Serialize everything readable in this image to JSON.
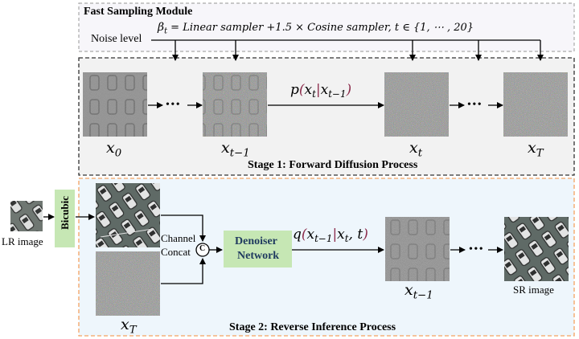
{
  "fast_sampling": {
    "title": "Fast Sampling Module",
    "noise_label": "Noise level",
    "beta_symbol": "β",
    "beta_subscript": "t",
    "beta_formula": " = Linear sampler +1.5 × Cosine sampler, t ∈ {1, ⋯ , 20}"
  },
  "stage1": {
    "title": "Stage 1: Forward Diffusion Process",
    "x0": {
      "base": "x",
      "sub": "0"
    },
    "xt_minus_1": {
      "base": "x",
      "sub": "t−1"
    },
    "xt": {
      "base": "x",
      "sub": "t"
    },
    "xT": {
      "base": "x",
      "sub": "T"
    },
    "transition": {
      "p": "p",
      "open": "(",
      "x1": "x",
      "x1sub": "t",
      "bar": "|",
      "x2": "x",
      "x2sub": "t−1",
      "close": ")"
    }
  },
  "stage2": {
    "title": "Stage 2: Reverse Inference Process",
    "lr_label": "LR image",
    "bicubic_label": "Bicubic",
    "channel_label": "Channel",
    "concat_label": "Concat",
    "concat_symbol": "C",
    "denoiser_line1": "Denoiser",
    "denoiser_line2": "Network",
    "xT": {
      "base": "x",
      "sub": "T"
    },
    "xt_minus_1": {
      "base": "x",
      "sub": "t−1"
    },
    "sr_label": "SR image",
    "transition": {
      "q": "q",
      "open": "(",
      "x1": "x",
      "x1sub": "t−1",
      "bar": "|",
      "x2": "x",
      "x2sub": "t",
      "comma": ", t",
      "close": ")"
    }
  },
  "ellipsis": "• • •",
  "colors": {
    "fast_box_border": "#a9a9a9",
    "fast_box_fill": "#f7f6fa",
    "stage1_border": "#333333",
    "stage1_fill": "#f2f2f2",
    "stage2_border": "#f4a261",
    "stage2_fill": "#eef6fc",
    "green": "#c6e7b4"
  },
  "icons": [
    "noisy-image-icon",
    "aerial-parking-image-icon",
    "arrow-icon",
    "concat-circle-icon"
  ]
}
